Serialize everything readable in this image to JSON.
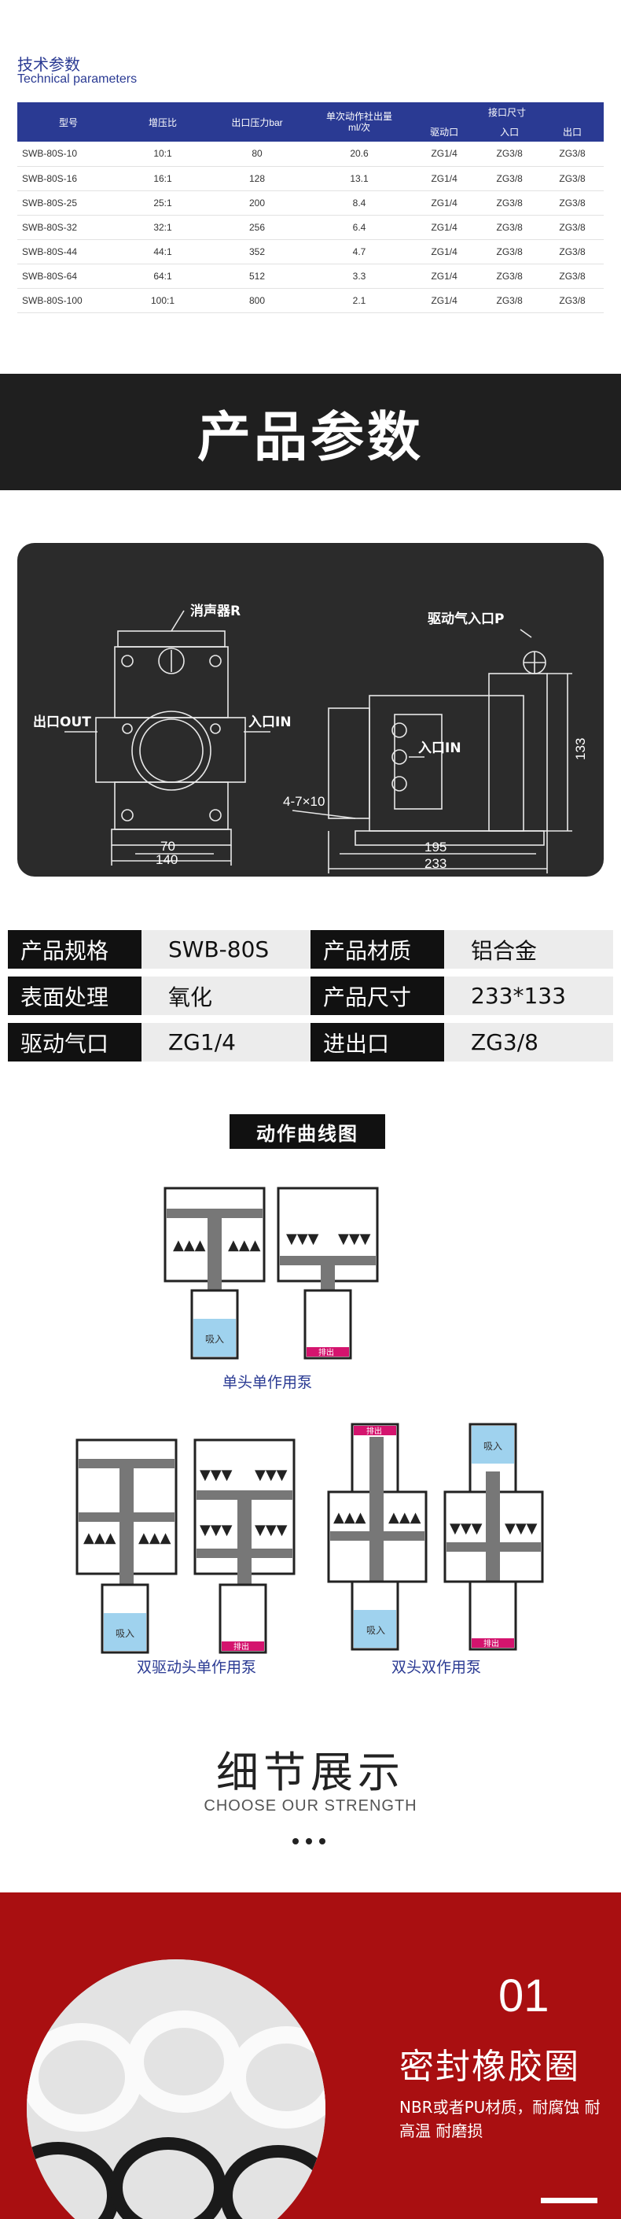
{
  "tech": {
    "title_cn": "技术参数",
    "title_en": "Technical parameters",
    "headers": [
      "型号",
      "增压比",
      "出口压力bar",
      "单次动作社出量ml/次",
      "接口尺寸"
    ],
    "subheaders": [
      "驱动口",
      "入口",
      "出口"
    ],
    "rows": [
      [
        "SWB-80S-10",
        "10:1",
        "80",
        "20.6",
        "ZG1/4",
        "ZG3/8",
        "ZG3/8"
      ],
      [
        "SWB-80S-16",
        "16:1",
        "128",
        "13.1",
        "ZG1/4",
        "ZG3/8",
        "ZG3/8"
      ],
      [
        "SWB-80S-25",
        "25:1",
        "200",
        "8.4",
        "ZG1/4",
        "ZG3/8",
        "ZG3/8"
      ],
      [
        "SWB-80S-32",
        "32:1",
        "256",
        "6.4",
        "ZG1/4",
        "ZG3/8",
        "ZG3/8"
      ],
      [
        "SWB-80S-44",
        "44:1",
        "352",
        "4.7",
        "ZG1/4",
        "ZG3/8",
        "ZG3/8"
      ],
      [
        "SWB-80S-64",
        "64:1",
        "512",
        "3.3",
        "ZG1/4",
        "ZG3/8",
        "ZG3/8"
      ],
      [
        "SWB-80S-100",
        "100:1",
        "800",
        "2.1",
        "ZG1/4",
        "ZG3/8",
        "ZG3/8"
      ]
    ]
  },
  "banner": {
    "title": "产品参数"
  },
  "drawing": {
    "silencer": "消声器R",
    "outlet": "出口OUT",
    "inlet_front": "入口IN",
    "drive_inlet": "驱动气入口P",
    "inlet_side": "入口IN",
    "holes": "4-7×10",
    "dims": {
      "w70": "70",
      "w140": "140",
      "w195": "195",
      "w233": "233",
      "h133": "133"
    }
  },
  "spec": {
    "rows": [
      {
        "k1": "产品规格",
        "v1": "SWB-80S",
        "k2": "产品材质",
        "v2": "铝合金"
      },
      {
        "k1": "表面处理",
        "v1": "氧化",
        "k2": "产品尺寸",
        "v2": "233*133"
      },
      {
        "k1": "驱动气口",
        "v1": "ZG1/4",
        "k2": "进出口",
        "v2": "ZG3/8"
      }
    ]
  },
  "action": {
    "title": "动作曲线图",
    "suck": "吸入",
    "discharge": "排出",
    "caption_single": "单头单作用泵",
    "caption_double_drive": "双驱动头单作用泵",
    "caption_double": "双头双作用泵"
  },
  "details": {
    "title_cn": "细节展示",
    "title_en": "CHOOSE OUR STRENGTH"
  },
  "seal": {
    "number": "01",
    "title": "密封橡胶圈",
    "desc": "NBR或者PU材质，耐腐蚀 耐高温 耐磨损"
  },
  "colors": {
    "navy": "#2a3a93",
    "dark": "#1f1f1f",
    "red": "#a90f11",
    "light_blue": "#9fd2ee",
    "magenta": "#d4146e"
  }
}
